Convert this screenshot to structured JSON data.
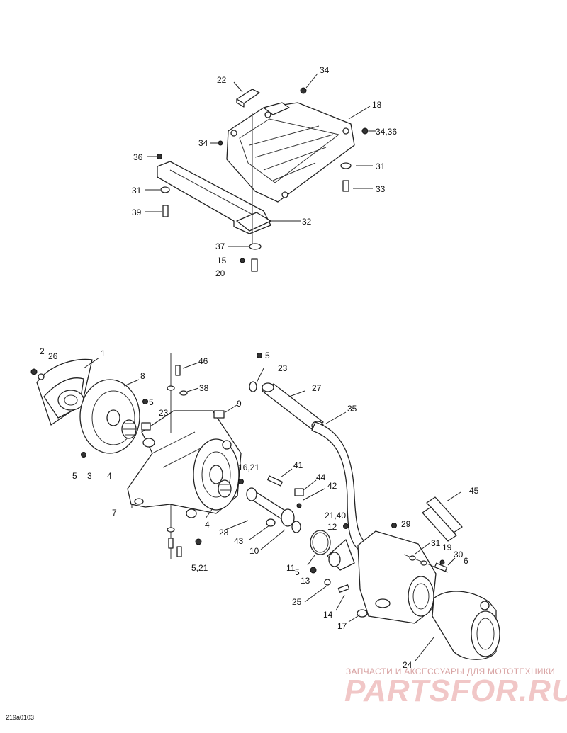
{
  "drawing_code": "219a0103",
  "watermark": {
    "caption": "ЗАПЧАСТИ И АКСЕССУАРЫ ДЛЯ МОТОТЕХНИКИ",
    "logo": "PARTSFOR.RU"
  },
  "callouts": {
    "c22": "22",
    "c34a": "34",
    "c18": "18",
    "c34_36": "34,36",
    "c34b": "34",
    "c36": "36",
    "c31a": "31",
    "c33": "33",
    "c31b": "31",
    "c39": "39",
    "c32": "32",
    "c37": "37",
    "c15": "15",
    "c20": "20",
    "c2": "2",
    "c26": "26",
    "c1": "1",
    "c8": "8",
    "c5a": "5",
    "c23a": "23",
    "c5b": "5",
    "c3": "3",
    "c4a": "4",
    "c7": "7",
    "c46": "46",
    "c38": "38",
    "c9": "9",
    "c16_21": "16,21",
    "c4b": "4",
    "c28": "28",
    "c43": "43",
    "c10": "10",
    "c5_21": "5,21",
    "c5c": "5",
    "c23b": "23",
    "c27": "27",
    "c35": "35",
    "c41": "41",
    "c44": "44",
    "c42": "42",
    "c21_40": "21,40",
    "c12": "12",
    "c29": "29",
    "c11": "11",
    "c5d": "5",
    "c13": "13",
    "c25": "25",
    "c14": "14",
    "c17": "17",
    "c31c": "31",
    "c19": "19",
    "c30": "30",
    "c6": "6",
    "c45": "45",
    "c24": "24"
  }
}
